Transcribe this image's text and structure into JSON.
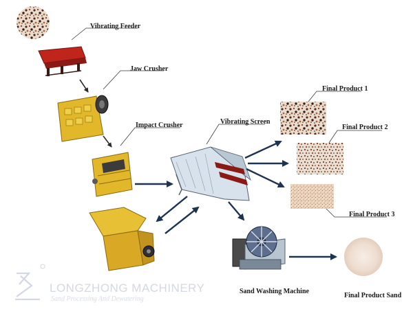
{
  "labels": {
    "vibrating_feeder": "Vibrating Feeder",
    "jaw_crusher": "Jaw Crusher",
    "impact_crusher": "Impact Crusher",
    "vibrating_screen": "Vibrating Screen",
    "final_product_1": "Final Product 1",
    "final_product_2": "Final Product 2",
    "final_product_3": "Final Product 3",
    "sand_washing_machine": "Sand Washing Machine",
    "final_product_sand": "Final Product Sand"
  },
  "watermark": {
    "company": "LONGZHONG MACHINERY",
    "tagline": "Sand Processing And Dewatering"
  },
  "colors": {
    "feeder": "#c0251b",
    "crusher": "#e2b72a",
    "screen": "#d8e2ec",
    "arrow": "#1e3350",
    "label_text": "#1a1a1a",
    "watermark": "#d4d8e2"
  }
}
